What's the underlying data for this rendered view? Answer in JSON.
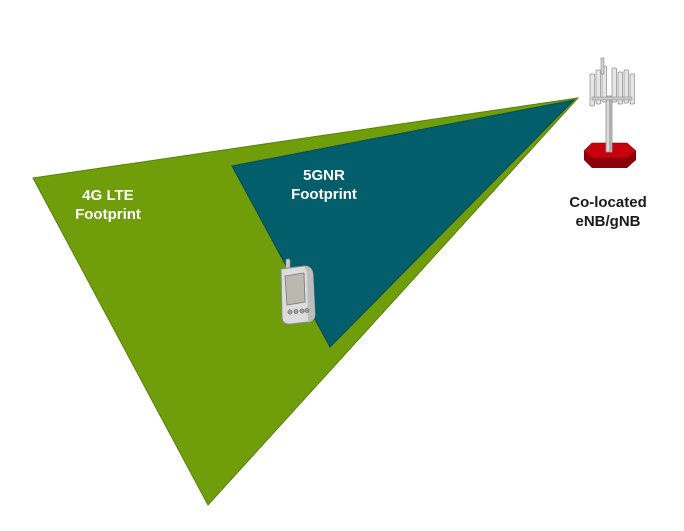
{
  "lte_footprint": {
    "line1": "4G LTE",
    "line2": "Footprint",
    "color": "#6f9e0a"
  },
  "nr_footprint": {
    "line1": "5GNR",
    "line2": "Footprint",
    "color": "#025e6a"
  },
  "base_station": {
    "line1": "Co-located",
    "line2": "eNB/gNB",
    "icon": "cell-tower-icon",
    "base_color": "#c8000e"
  },
  "device": {
    "icon": "handheld-device-icon"
  }
}
